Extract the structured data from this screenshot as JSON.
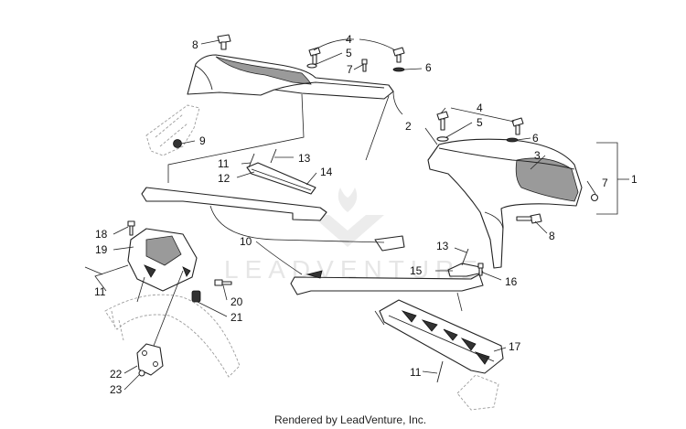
{
  "watermark": "LEADVENTURE",
  "footer": "Rendered by LeadVenture, Inc.",
  "callouts": {
    "c1": "1",
    "c2": "2",
    "c3": "3",
    "c4a": "4",
    "c4b": "4",
    "c5a": "5",
    "c5b": "5",
    "c6a": "6",
    "c6b": "6",
    "c7a": "7",
    "c7b": "7",
    "c8a": "8",
    "c8b": "8",
    "c9": "9",
    "c10": "10",
    "c11a": "11",
    "c11b": "11",
    "c11c": "11",
    "c12": "12",
    "c13a": "13",
    "c13b": "13",
    "c14": "14",
    "c15": "15",
    "c16": "16",
    "c17": "17",
    "c18": "18",
    "c19": "19",
    "c20": "20",
    "c21": "21",
    "c22": "22",
    "c23": "23"
  }
}
